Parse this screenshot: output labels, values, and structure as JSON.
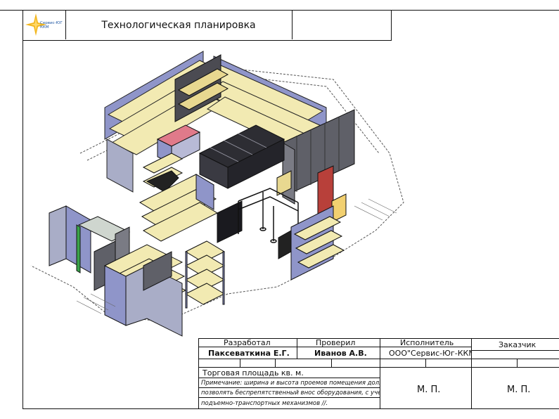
{
  "header": {
    "logo_text_line1": "Сервис-ЮГ",
    "logo_text_line2": "ККМ",
    "title": "Технологическая планировка",
    "accent_color": "#f2b51b",
    "logo_blue": "#1f57a3"
  },
  "drawing": {
    "type": "isometric store layout",
    "shelf_color": "#f2eab2",
    "rack_color": "#8f95c9",
    "cabinet_color": "#5f6068",
    "equipment": [
      "shelving-wall",
      "corner-shelving",
      "island-gondola",
      "display-cabinets",
      "checkout-counter",
      "turnstile",
      "fridge-display",
      "basket-rack"
    ]
  },
  "stamp": {
    "developed_label": "Разработал",
    "developed_name": "Паксеваткина Е.Г.",
    "checked_label": "Проверил",
    "checked_name": "Иванов А.В.",
    "executor_label": "Исполнитель",
    "executor_name": "ООО\"Сервис-Юг-ККМ\"",
    "customer_label": "Заказчик",
    "area_label": "Торговая площадь  кв. м.",
    "note_line1": "Примечание: ширина и высота проемов помещения должны",
    "note_line2": "позволять беспрепятственный внос оборудования, с учетом",
    "note_line3": "подъемно-транспортных механизмов //.",
    "mp_executor": "М. П.",
    "mp_customer": "М. П."
  }
}
